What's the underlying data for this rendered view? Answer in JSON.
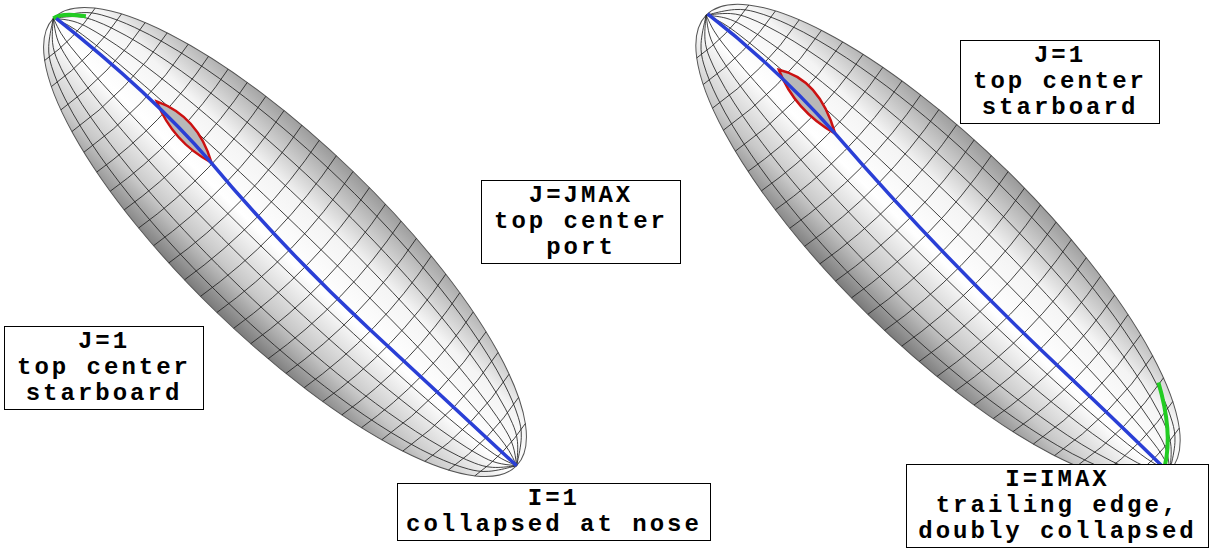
{
  "diagram": {
    "nodes": [
      {
        "text": [
          "J=1",
          "top center starboard"
        ]
      },
      {
        "text": [
          "J=JMAX",
          "top center port"
        ]
      },
      {
        "text": [
          "I=1",
          "collapsed at nose"
        ]
      },
      {
        "text": [
          "J=1",
          "top center starboard"
        ]
      },
      {
        "text": [
          "I=IMAX",
          "trailing edge, doubly collapsed"
        ]
      }
    ]
  }
}
